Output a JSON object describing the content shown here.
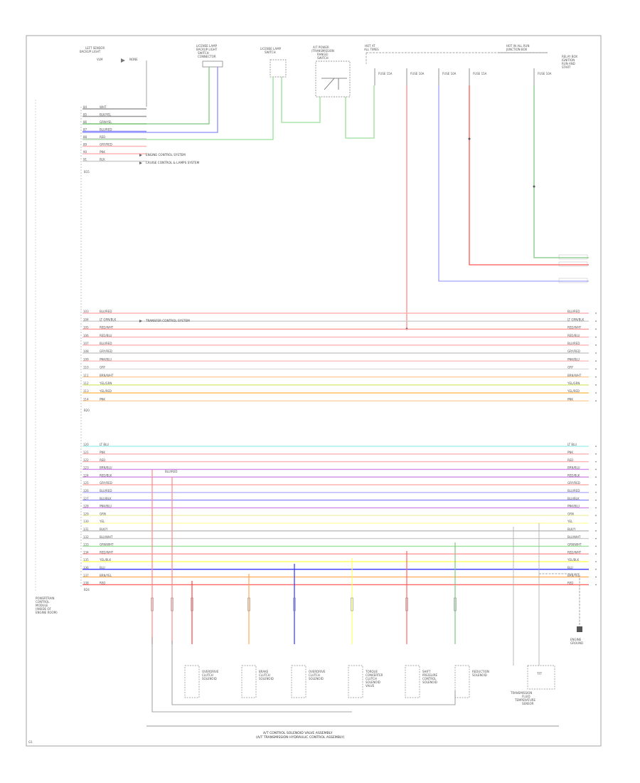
{
  "components": {
    "left_top": [
      "LEFT SENSOR",
      "BACKUP LIGHT",
      "VLM",
      "NONE"
    ],
    "c1": [
      "LICENSE LAMP",
      "BACKUP LIGHT",
      "SWITCH",
      "CONNECTOR"
    ],
    "c2": [
      "LICENSE LAMP",
      "SWITCH"
    ],
    "c3": [
      "A/T POWER",
      "(TRANSMISSION",
      "RANGE)",
      "SWITCH"
    ],
    "c4": [
      "HOT AT",
      "ALL TIMES"
    ],
    "c5": [
      "HOT IN ALL RUN",
      "JUNCTION BOX"
    ],
    "c6": [
      "RELAY BOX",
      "IGNITION",
      "RUN AND",
      "START"
    ],
    "pcm": [
      "POWERTRAIN",
      "CONTROL",
      "MODULE",
      "(INSIDE OF",
      "ENGINE ROOM)"
    ],
    "ground_right": [
      "ENGINE",
      "GROUND"
    ]
  },
  "fuses": [
    "FUSE 15A",
    "FUSE 10A",
    "FUSE 10A",
    "FUSE 15A",
    "FUSE 10A"
  ],
  "annotations": {
    "engine_control": "ENGINE CONTROL SYSTEM",
    "cruise_control": "CRUISE CONTROL & LAMPS SYSTEM",
    "trans_control": "TRANSFER CONTROL SYSTEM"
  },
  "connectors": {
    "a": "B15",
    "b": "B20",
    "c": "B24"
  },
  "wires": {
    "top": [
      {
        "pin": "84",
        "label": "WHT",
        "color": "#999999"
      },
      {
        "pin": "85",
        "label": "BLK/YEL",
        "color": "#999999"
      },
      {
        "pin": "86",
        "label": "GRN/YEL",
        "color": "#7ec87e"
      },
      {
        "pin": "87",
        "label": "BLU/RED",
        "color": "#8c8cff"
      },
      {
        "pin": "88",
        "label": "RED",
        "color": "#cccccc"
      },
      {
        "pin": "89",
        "label": "GRY/RED",
        "color": "#ffb3b3"
      },
      {
        "pin": "90",
        "label": "PNK",
        "color": "#ffb3b3"
      },
      {
        "pin": "91",
        "label": "BLK",
        "color": "#cccccc"
      }
    ],
    "mid": [
      {
        "pin": "103",
        "label": "BLU/RED",
        "color": "#ffb3b3"
      },
      {
        "pin": "104",
        "label": "LT GRN/BLK",
        "color": "#cccccc"
      },
      {
        "pin": "105",
        "label": "RED/WHT",
        "color": "#ff9999"
      },
      {
        "pin": "106",
        "label": "RED/BLU",
        "color": "#ffb3b3"
      },
      {
        "pin": "107",
        "label": "BLU/RED",
        "color": "#ffb3b3"
      },
      {
        "pin": "108",
        "label": "GRY/RED",
        "color": "#cccccc"
      },
      {
        "pin": "109",
        "label": "PNK/BLU",
        "color": "#ffc0c0"
      },
      {
        "pin": "110",
        "label": "GRY",
        "color": "#dddddd"
      },
      {
        "pin": "111",
        "label": "BRN/WHT",
        "color": "#ffcc99"
      },
      {
        "pin": "112",
        "label": "YEL/GRN",
        "color": "#d8e87a"
      },
      {
        "pin": "113",
        "label": "YEL/RED",
        "color": "#ffc060"
      },
      {
        "pin": "114",
        "label": "PNK",
        "color": "#ffd0a0"
      }
    ],
    "bot": [
      {
        "pin": "120",
        "label": "LT BLU",
        "color": "#a8f0f0"
      },
      {
        "pin": "121",
        "label": "PNK",
        "color": "#ffb3b3"
      },
      {
        "pin": "122",
        "label": "RED",
        "color": "#ffb3b3"
      },
      {
        "pin": "123",
        "label": "BRN/BLU",
        "color": "#d08ce8"
      },
      {
        "pin": "124",
        "label": "RED/BLK",
        "color": "#d08ce8"
      },
      {
        "pin": "125",
        "label": "GRY/RED",
        "color": "#ffb3b3"
      },
      {
        "pin": "126",
        "label": "BLU/RED",
        "color": "#b3b3ff"
      },
      {
        "pin": "127",
        "label": "BLU/BLK",
        "color": "#8c8cff"
      },
      {
        "pin": "128",
        "label": "PNK/BLU",
        "color": "#d08ce8"
      },
      {
        "pin": "129",
        "label": "GRN",
        "color": "#f0f0b0"
      },
      {
        "pin": "130",
        "label": "YEL",
        "color": "#ffffb0"
      },
      {
        "pin": "131",
        "label": "BLK/Y",
        "color": "#bbbbbb"
      },
      {
        "pin": "132",
        "label": "BLU/WHT",
        "color": "#cccccc"
      },
      {
        "pin": "133",
        "label": "GRN/WHT",
        "color": "#9be09b"
      },
      {
        "pin": "134",
        "label": "RED/WHT",
        "color": "#ff9999"
      },
      {
        "pin": "135",
        "label": "YEL/BLK",
        "color": "#ffff66"
      },
      {
        "pin": "136",
        "label": "BLU",
        "color": "#3333ff"
      },
      {
        "pin": "137",
        "label": "BRN/YEL",
        "color": "#ffb060"
      },
      {
        "pin": "138",
        "label": "RED",
        "color": "#ff6666"
      }
    ]
  },
  "mid_tag": "BLU/RED",
  "solenoids": [
    [
      "OVERDRIVE",
      "CLUTCH",
      "SOLENOID"
    ],
    [
      "BRAKE",
      "CLUTCH",
      "SOLENOID"
    ],
    [
      "OVERDRIVE",
      "CLUTCH",
      "SOLENOID"
    ],
    [
      "TORQUE",
      "CONVERTER",
      "CLUTCH",
      "SOLENOID",
      "VALVE"
    ],
    [
      "SHIFT",
      "PRESSURE",
      "CONTROL",
      "SOLENOID"
    ],
    [
      "REDUCTION",
      "SOLENOID"
    ]
  ],
  "speed_sensor": [
    "TRANSMISSION",
    "FLUID",
    "TEMPERATURE",
    "SENSOR"
  ],
  "tfm_label": "TFT",
  "footer": {
    "line1": "A/T CONTROL SOLENOID VALVE ASSEMBLY",
    "line2": "(A/T TRANSMISSION HYDRAULIC CONTROL ASSEMBLY)"
  },
  "page_code": "G1"
}
